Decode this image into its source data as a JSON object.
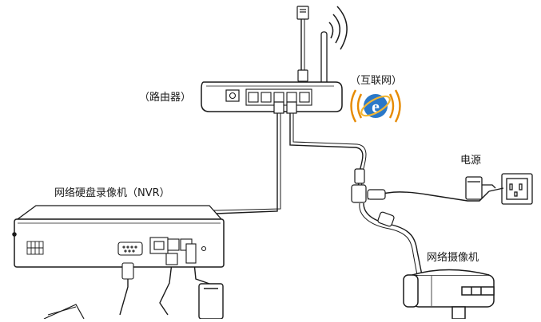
{
  "labels": {
    "router": "（路由器）",
    "internet": "（互联网）",
    "power": "电源",
    "nvr": "网络硬盘录像机（NVR）",
    "camera": "网络摄像机"
  },
  "colors": {
    "line": "#1a1a1a",
    "ie_blue": "#2a78c8",
    "ie_ring": "#f2b632",
    "wifi_orange": "#e68a00",
    "device_fill": "#ffffff"
  },
  "icons": {
    "internet": "ie-globe-icon",
    "wifi": "wifi-signal-icon",
    "power_socket": "power-socket-icon"
  }
}
